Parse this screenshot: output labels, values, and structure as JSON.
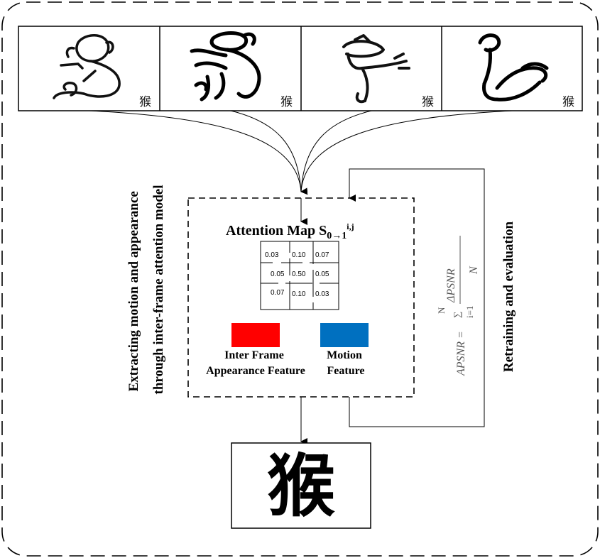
{
  "panels": [
    {
      "char": "猴"
    },
    {
      "char": "猴"
    },
    {
      "char": "猴"
    },
    {
      "char": "猴"
    }
  ],
  "left_label": {
    "line1": "Extracting motion and appearance",
    "line2": "through inter-frame attention model"
  },
  "attention": {
    "title": "Attention Map S",
    "sub": "0→1",
    "sup": "i,j",
    "grid": [
      [
        "0.03",
        "0.10",
        "0.07"
      ],
      [
        "0.05",
        "0.50",
        "0.05"
      ],
      [
        "0.07",
        "0.10",
        "0.03"
      ]
    ]
  },
  "legend": {
    "appearance_line1": "Inter Frame",
    "appearance_line2": "Appearance Feature",
    "motion_line1": "Motion",
    "motion_line2": "Feature",
    "appearance_color": "#ff0000",
    "motion_color": "#0070c0"
  },
  "formula": {
    "lhs": "APSNR =",
    "sum": "∑",
    "top": "N",
    "bottom": "i=1",
    "numerator": "ΔPSNR",
    "denominator": "N"
  },
  "right_label": "Retraining and evaluation",
  "output": {
    "char": "猴"
  }
}
